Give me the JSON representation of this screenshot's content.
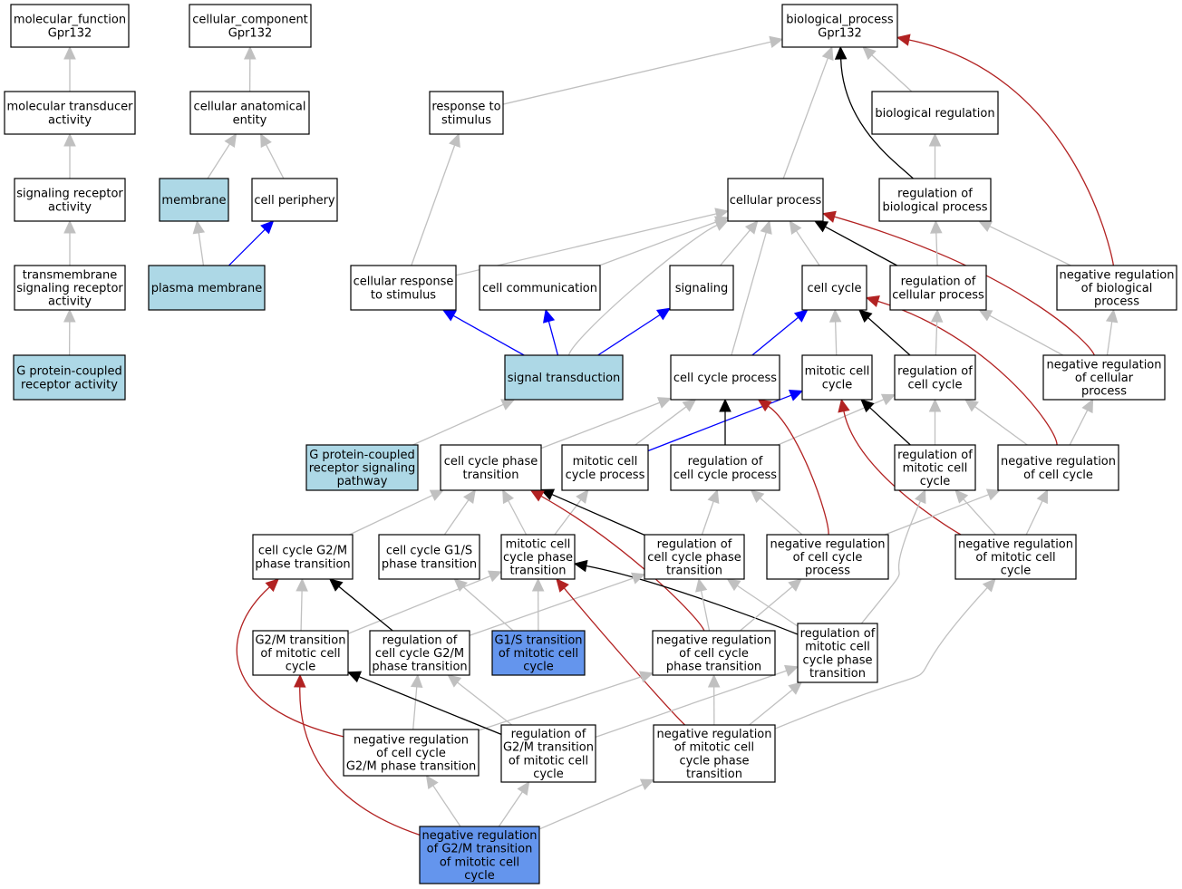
{
  "colors": {
    "edge_is_a": "#c0c0c0",
    "edge_regulates": "#000000",
    "edge_negatively_regulates": "#b22222",
    "edge_part_of": "#0000ff",
    "node_default": "#ffffff",
    "node_annotated": "#add8e6",
    "node_highlight": "#6495ed"
  },
  "nodes": [
    {
      "id": "mf",
      "lines": [
        "molecular_function",
        "Gpr132"
      ],
      "fill": "default"
    },
    {
      "id": "cc",
      "lines": [
        "cellular_component",
        "Gpr132"
      ],
      "fill": "default"
    },
    {
      "id": "bp",
      "lines": [
        "biological_process",
        "Gpr132"
      ],
      "fill": "default"
    },
    {
      "id": "mta",
      "lines": [
        "molecular transducer",
        "activity"
      ],
      "fill": "default"
    },
    {
      "id": "cae",
      "lines": [
        "cellular anatomical",
        "entity"
      ],
      "fill": "default"
    },
    {
      "id": "rts",
      "lines": [
        "response to",
        "stimulus"
      ],
      "fill": "default"
    },
    {
      "id": "breg",
      "lines": [
        "biological regulation"
      ],
      "fill": "default"
    },
    {
      "id": "sra",
      "lines": [
        "signaling receptor",
        "activity"
      ],
      "fill": "default"
    },
    {
      "id": "mem",
      "lines": [
        "membrane"
      ],
      "fill": "annotated"
    },
    {
      "id": "cper",
      "lines": [
        "cell periphery"
      ],
      "fill": "default"
    },
    {
      "id": "cproc",
      "lines": [
        "cellular process"
      ],
      "fill": "default"
    },
    {
      "id": "rbp",
      "lines": [
        "regulation of",
        "biological process"
      ],
      "fill": "default"
    },
    {
      "id": "tsra",
      "lines": [
        "transmembrane",
        "signaling receptor",
        "activity"
      ],
      "fill": "default"
    },
    {
      "id": "pmem",
      "lines": [
        "plasma membrane"
      ],
      "fill": "annotated"
    },
    {
      "id": "crts",
      "lines": [
        "cellular response",
        "to stimulus"
      ],
      "fill": "default"
    },
    {
      "id": "ccom",
      "lines": [
        "cell communication"
      ],
      "fill": "default"
    },
    {
      "id": "sig",
      "lines": [
        "signaling"
      ],
      "fill": "default"
    },
    {
      "id": "ccyc",
      "lines": [
        "cell cycle"
      ],
      "fill": "default"
    },
    {
      "id": "rcp",
      "lines": [
        "regulation of",
        "cellular process"
      ],
      "fill": "default"
    },
    {
      "id": "nrbp",
      "lines": [
        "negative regulation",
        "of biological",
        "process"
      ],
      "fill": "default"
    },
    {
      "id": "gpcra",
      "lines": [
        "G protein-coupled",
        "receptor activity"
      ],
      "fill": "annotated"
    },
    {
      "id": "st",
      "lines": [
        "signal transduction"
      ],
      "fill": "annotated"
    },
    {
      "id": "ccp",
      "lines": [
        "cell cycle process"
      ],
      "fill": "default"
    },
    {
      "id": "mcc",
      "lines": [
        "mitotic cell",
        "cycle"
      ],
      "fill": "default"
    },
    {
      "id": "rcc",
      "lines": [
        "regulation of",
        "cell cycle"
      ],
      "fill": "default"
    },
    {
      "id": "nrcp",
      "lines": [
        "negative regulation",
        "of cellular",
        "process"
      ],
      "fill": "default"
    },
    {
      "id": "gpcrsp",
      "lines": [
        "G protein-coupled",
        "receptor signaling",
        "pathway"
      ],
      "fill": "annotated"
    },
    {
      "id": "ccpt",
      "lines": [
        "cell cycle phase",
        "transition"
      ],
      "fill": "default"
    },
    {
      "id": "mccp",
      "lines": [
        "mitotic cell",
        "cycle process"
      ],
      "fill": "default"
    },
    {
      "id": "rccp",
      "lines": [
        "regulation of",
        "cell cycle process"
      ],
      "fill": "default"
    },
    {
      "id": "rmcc",
      "lines": [
        "regulation of",
        "mitotic cell",
        "cycle"
      ],
      "fill": "default"
    },
    {
      "id": "nrcc",
      "lines": [
        "negative regulation",
        "of cell cycle"
      ],
      "fill": "default"
    },
    {
      "id": "ccg2m",
      "lines": [
        "cell cycle G2/M",
        "phase transition"
      ],
      "fill": "default"
    },
    {
      "id": "ccg1s",
      "lines": [
        "cell cycle G1/S",
        "phase transition"
      ],
      "fill": "default"
    },
    {
      "id": "mccpt",
      "lines": [
        "mitotic cell",
        "cycle phase",
        "transition"
      ],
      "fill": "default"
    },
    {
      "id": "rccpt",
      "lines": [
        "regulation of",
        "cell cycle phase",
        "transition"
      ],
      "fill": "default"
    },
    {
      "id": "nrccp",
      "lines": [
        "negative regulation",
        "of cell cycle",
        "process"
      ],
      "fill": "default"
    },
    {
      "id": "nrmcc",
      "lines": [
        "negative regulation",
        "of mitotic cell",
        "cycle"
      ],
      "fill": "default"
    },
    {
      "id": "g2mtmc",
      "lines": [
        "G2/M transition",
        "of mitotic cell",
        "cycle"
      ],
      "fill": "default"
    },
    {
      "id": "rccg2m",
      "lines": [
        "regulation of",
        "cell cycle G2/M",
        "phase transition"
      ],
      "fill": "default"
    },
    {
      "id": "g1stmc",
      "lines": [
        "G1/S transition",
        "of mitotic cell",
        "cycle"
      ],
      "fill": "highlight"
    },
    {
      "id": "nrccpt",
      "lines": [
        "negative regulation",
        "of cell cycle",
        "phase transition"
      ],
      "fill": "default"
    },
    {
      "id": "rmccpt",
      "lines": [
        "regulation of",
        "mitotic cell",
        "cycle phase",
        "transition"
      ],
      "fill": "default"
    },
    {
      "id": "nrccg2m",
      "lines": [
        "negative regulation",
        "of cell cycle",
        "G2/M phase transition"
      ],
      "fill": "default"
    },
    {
      "id": "rg2mtmc",
      "lines": [
        "regulation of",
        "G2/M transition",
        "of mitotic cell",
        "cycle"
      ],
      "fill": "default"
    },
    {
      "id": "nrmccpt",
      "lines": [
        "negative regulation",
        "of mitotic cell",
        "cycle phase",
        "transition"
      ],
      "fill": "default"
    },
    {
      "id": "nrg2mtmc",
      "lines": [
        "negative regulation",
        "of G2/M transition",
        "of mitotic cell",
        "cycle"
      ],
      "fill": "highlight"
    }
  ],
  "edges": [
    {
      "from": "mta",
      "to": "mf",
      "type": "is_a"
    },
    {
      "from": "sra",
      "to": "mta",
      "type": "is_a"
    },
    {
      "from": "tsra",
      "to": "sra",
      "type": "is_a"
    },
    {
      "from": "gpcra",
      "to": "tsra",
      "type": "is_a"
    },
    {
      "from": "cae",
      "to": "cc",
      "type": "is_a"
    },
    {
      "from": "mem",
      "to": "cae",
      "type": "is_a"
    },
    {
      "from": "cper",
      "to": "cae",
      "type": "is_a"
    },
    {
      "from": "pmem",
      "to": "mem",
      "type": "is_a"
    },
    {
      "from": "pmem",
      "to": "cper",
      "type": "part_of"
    },
    {
      "from": "rts",
      "to": "bp",
      "type": "is_a"
    },
    {
      "from": "cproc",
      "to": "bp",
      "type": "is_a"
    },
    {
      "from": "breg",
      "to": "bp",
      "type": "is_a"
    },
    {
      "from": "rbp",
      "to": "bp",
      "type": "regulates"
    },
    {
      "from": "nrbp",
      "to": "bp",
      "type": "negatively_regulates"
    },
    {
      "from": "rbp",
      "to": "breg",
      "type": "is_a"
    },
    {
      "from": "crts",
      "to": "rts",
      "type": "is_a"
    },
    {
      "from": "crts",
      "to": "cproc",
      "type": "is_a"
    },
    {
      "from": "ccom",
      "to": "cproc",
      "type": "is_a"
    },
    {
      "from": "sig",
      "to": "cproc",
      "type": "is_a"
    },
    {
      "from": "ccyc",
      "to": "cproc",
      "type": "is_a"
    },
    {
      "from": "rcp",
      "to": "cproc",
      "type": "regulates"
    },
    {
      "from": "nrcp",
      "to": "cproc",
      "type": "negatively_regulates"
    },
    {
      "from": "rcp",
      "to": "rbp",
      "type": "is_a"
    },
    {
      "from": "nrbp",
      "to": "rbp",
      "type": "is_a"
    },
    {
      "from": "st",
      "to": "crts",
      "type": "part_of"
    },
    {
      "from": "st",
      "to": "ccom",
      "type": "part_of"
    },
    {
      "from": "st",
      "to": "sig",
      "type": "part_of"
    },
    {
      "from": "st",
      "to": "cproc",
      "type": "is_a"
    },
    {
      "from": "ccp",
      "to": "cproc",
      "type": "is_a"
    },
    {
      "from": "ccp",
      "to": "ccyc",
      "type": "part_of"
    },
    {
      "from": "mcc",
      "to": "ccyc",
      "type": "is_a"
    },
    {
      "from": "rcc",
      "to": "ccyc",
      "type": "regulates"
    },
    {
      "from": "nrcc",
      "to": "ccyc",
      "type": "negatively_regulates"
    },
    {
      "from": "rcc",
      "to": "rcp",
      "type": "is_a"
    },
    {
      "from": "nrcp",
      "to": "rcp",
      "type": "is_a"
    },
    {
      "from": "nrcp",
      "to": "nrbp",
      "type": "is_a"
    },
    {
      "from": "gpcrsp",
      "to": "st",
      "type": "is_a"
    },
    {
      "from": "ccpt",
      "to": "ccp",
      "type": "is_a"
    },
    {
      "from": "mccp",
      "to": "ccp",
      "type": "is_a"
    },
    {
      "from": "mccp",
      "to": "mcc",
      "type": "part_of"
    },
    {
      "from": "rccp",
      "to": "ccp",
      "type": "regulates"
    },
    {
      "from": "rccp",
      "to": "rcc",
      "type": "is_a"
    },
    {
      "from": "nrccp",
      "to": "ccp",
      "type": "negatively_regulates"
    },
    {
      "from": "rmcc",
      "to": "mcc",
      "type": "regulates"
    },
    {
      "from": "nrmcc",
      "to": "mcc",
      "type": "negatively_regulates"
    },
    {
      "from": "rmcc",
      "to": "rcc",
      "type": "is_a"
    },
    {
      "from": "nrcc",
      "to": "rcc",
      "type": "is_a"
    },
    {
      "from": "nrcc",
      "to": "nrcp",
      "type": "is_a"
    },
    {
      "from": "ccg2m",
      "to": "ccpt",
      "type": "is_a"
    },
    {
      "from": "ccg1s",
      "to": "ccpt",
      "type": "is_a"
    },
    {
      "from": "mccpt",
      "to": "ccpt",
      "type": "is_a"
    },
    {
      "from": "mccpt",
      "to": "mccp",
      "type": "is_a"
    },
    {
      "from": "rccpt",
      "to": "ccpt",
      "type": "regulates"
    },
    {
      "from": "nrccpt",
      "to": "ccpt",
      "type": "negatively_regulates"
    },
    {
      "from": "rccpt",
      "to": "rccp",
      "type": "is_a"
    },
    {
      "from": "nrccp",
      "to": "rccp",
      "type": "is_a"
    },
    {
      "from": "nrccp",
      "to": "nrcc",
      "type": "is_a"
    },
    {
      "from": "nrmcc",
      "to": "rmcc",
      "type": "is_a"
    },
    {
      "from": "nrmcc",
      "to": "nrcc",
      "type": "is_a"
    },
    {
      "from": "rmccpt",
      "to": "rmcc",
      "type": "is_a"
    },
    {
      "from": "rmccpt",
      "to": "mccpt",
      "type": "regulates"
    },
    {
      "from": "g2mtmc",
      "to": "ccg2m",
      "type": "is_a"
    },
    {
      "from": "g2mtmc",
      "to": "mccpt",
      "type": "is_a"
    },
    {
      "from": "rccg2m",
      "to": "ccg2m",
      "type": "regulates"
    },
    {
      "from": "rccg2m",
      "to": "rccpt",
      "type": "is_a"
    },
    {
      "from": "g1stmc",
      "to": "ccg1s",
      "type": "is_a"
    },
    {
      "from": "g1stmc",
      "to": "mccpt",
      "type": "is_a"
    },
    {
      "from": "nrccpt",
      "to": "rccpt",
      "type": "is_a"
    },
    {
      "from": "nrccpt",
      "to": "nrccp",
      "type": "is_a"
    },
    {
      "from": "rmccpt",
      "to": "rccpt",
      "type": "is_a"
    },
    {
      "from": "nrmccpt",
      "to": "mccpt",
      "type": "negatively_regulates"
    },
    {
      "from": "nrmccpt",
      "to": "nrccpt",
      "type": "is_a"
    },
    {
      "from": "nrmccpt",
      "to": "rmccpt",
      "type": "is_a"
    },
    {
      "from": "nrmccpt",
      "to": "nrmcc",
      "type": "is_a"
    },
    {
      "from": "nrccg2m",
      "to": "ccg2m",
      "type": "negatively_regulates"
    },
    {
      "from": "nrccg2m",
      "to": "rccg2m",
      "type": "is_a"
    },
    {
      "from": "nrccg2m",
      "to": "nrccpt",
      "type": "is_a"
    },
    {
      "from": "rg2mtmc",
      "to": "g2mtmc",
      "type": "regulates"
    },
    {
      "from": "rg2mtmc",
      "to": "rccg2m",
      "type": "is_a"
    },
    {
      "from": "rg2mtmc",
      "to": "rmccpt",
      "type": "is_a"
    },
    {
      "from": "nrg2mtmc",
      "to": "g2mtmc",
      "type": "negatively_regulates"
    },
    {
      "from": "nrg2mtmc",
      "to": "nrccg2m",
      "type": "is_a"
    },
    {
      "from": "nrg2mtmc",
      "to": "rg2mtmc",
      "type": "is_a"
    },
    {
      "from": "nrg2mtmc",
      "to": "nrmccpt",
      "type": "is_a"
    }
  ]
}
